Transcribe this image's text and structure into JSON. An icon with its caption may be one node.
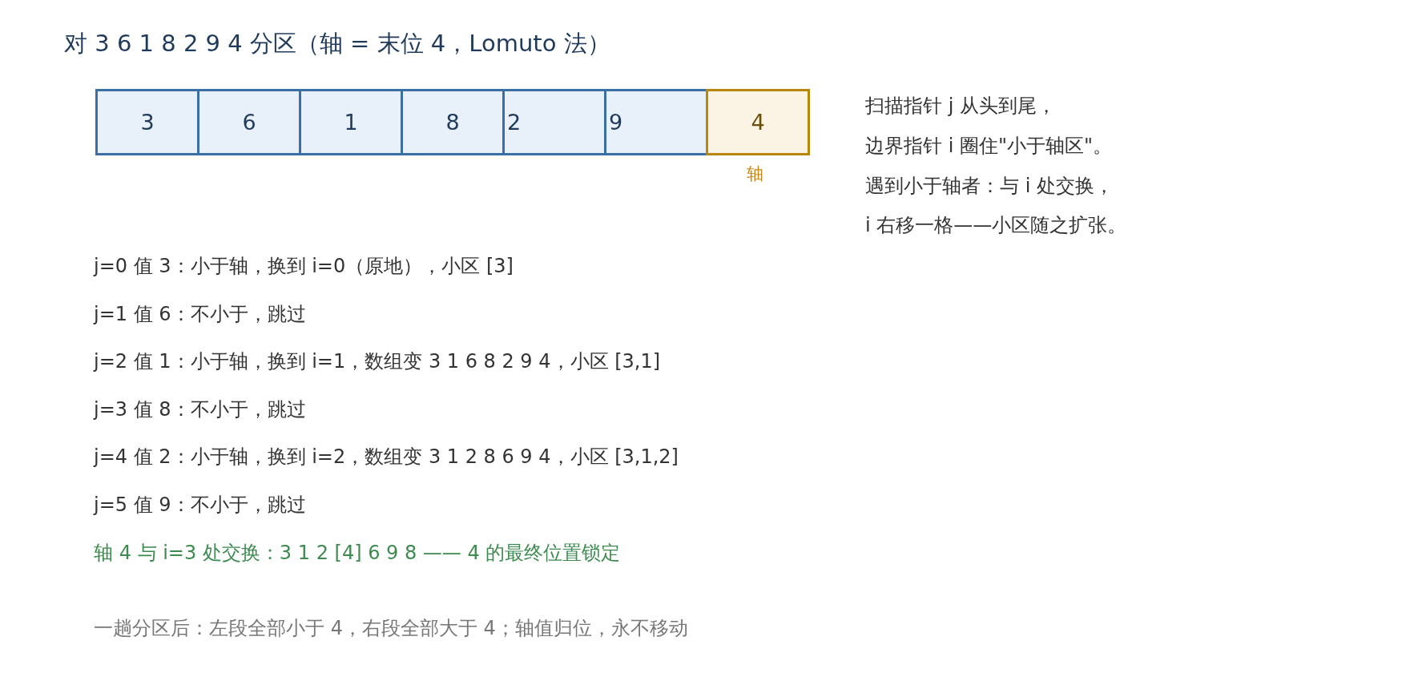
{
  "diagram": {
    "title": "对 3 6 1 8 2 9 4 分区（轴 = 末位 4，Lomuto 法）",
    "nodes": [
      {
        "text": [
          "3"
        ]
      },
      {
        "text": [
          "6"
        ]
      },
      {
        "text": [
          "1"
        ]
      },
      {
        "text": [
          "8"
        ]
      },
      {
        "text": [
          "2"
        ]
      },
      {
        "text": [
          "9"
        ]
      },
      {
        "text": [
          "4"
        ],
        "beside": [
          "轴"
        ]
      }
    ],
    "labels": [
      "扫描指针 j 从头到尾，",
      "边界指针 i 圈住\"小于轴区\"。",
      "遇到小于轴者：与 i 处交换，",
      "i 右移一格——小区随之扩张。",
      "j=0 值 3：小于轴，换到 i=0（原地），小区 [3]",
      "j=1 值 6：不小于，跳过",
      "j=2 值 1：小于轴，换到 i=1，数组变 3 1 6 8 2 9 4，小区 [3,1]",
      "j=3 值 8：不小于，跳过",
      "j=4 值 2：小于轴，换到 i=2，数组变 3 1 2 8 6 9 4，小区 [3,1,2]",
      "j=5 值 9：不小于，跳过",
      "轴 4 与 i=3 处交换：3 1 2 [4] 6 9 8 —— 4 的最终位置锁定"
    ],
    "caption": "一趟分区后：左段全部小于 4，右段全部大于 4；轴值归位，永不移动"
  }
}
